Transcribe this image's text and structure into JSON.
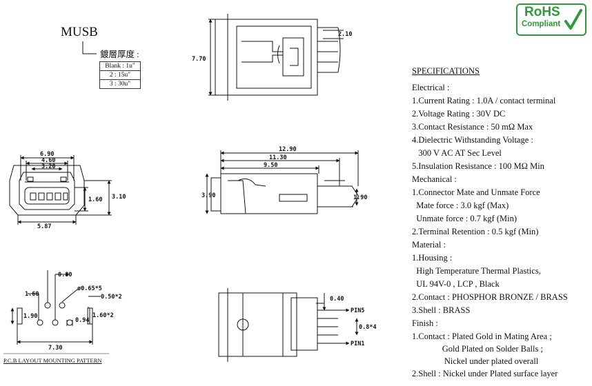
{
  "model": {
    "name": "MUSB",
    "plating_label": "鍍層厚度 :",
    "plating_options": [
      "Blank : 1u\"",
      "2 : 15u\"",
      "3 : 30u\""
    ]
  },
  "badge": {
    "line1": "RoHS",
    "line2": "Compliant",
    "color": "#2e9a3a"
  },
  "specs": {
    "heading": "SPECIFICATIONS",
    "lines": [
      "Electrical :",
      "1.Current Rating : 1.0A / contact terminal",
      "2.Voltage Rating : 30V DC",
      "3.Contact Resistance : 50 mΩ Max",
      "4.Dielectric Withstanding Voltage :",
      "   300 V AC AT Sec Level",
      "5.Insulation Resistance : 100 MΩ Min",
      "Mechanical :",
      "1.Connector Mate and Unmate Force",
      "  Mate force : 3.0 kgf (Max)",
      "  Unmate force : 0.7 kgf (Min)",
      "2.Terminal Retention : 0.5 kgf (Min)",
      "Material :",
      "1.Housing :",
      "  High Temperature Thermal Plastics,",
      "  UL 94V-0 , LCP , Black",
      "2.Contact : PHOSPHOR BRONZE / BRASS",
      "3.Shell : BRASS",
      "Finish :",
      "1.Contact : Plated Gold in Mating Area ;",
      "              Gold Plated on Solder Balls ;",
      "               Nickel under plated overall",
      "2.Shell : Nickel under Plated surface layer"
    ]
  },
  "dims": {
    "top_height": "7.70",
    "top_pin": "2.10",
    "front_690": "6.90",
    "front_460": "4.60",
    "front_320": "3.20",
    "front_160": "1.60",
    "front_310": "3.10",
    "front_587": "5.87",
    "side_1290": "12.90",
    "side_1130": "11.30",
    "side_950": "9.50",
    "side_390": "3.90",
    "side_190": "1.90",
    "pcb_080": "0.80",
    "pcb_160": "1.60",
    "pcb_065": "ø0.65*5",
    "pcb_050": "0.50*2",
    "pcb_190": "1.90",
    "pcb_094": "0.94",
    "pcb_160b": "1.60*2",
    "pcb_730": "7.30",
    "bottom_040": "0.40",
    "bottom_pin5": "PIN5",
    "bottom_08": "0.8*4",
    "bottom_pin1": "PIN1"
  },
  "pcb_caption": "P.C.B LAYOUT MOUNTING PATTERN"
}
